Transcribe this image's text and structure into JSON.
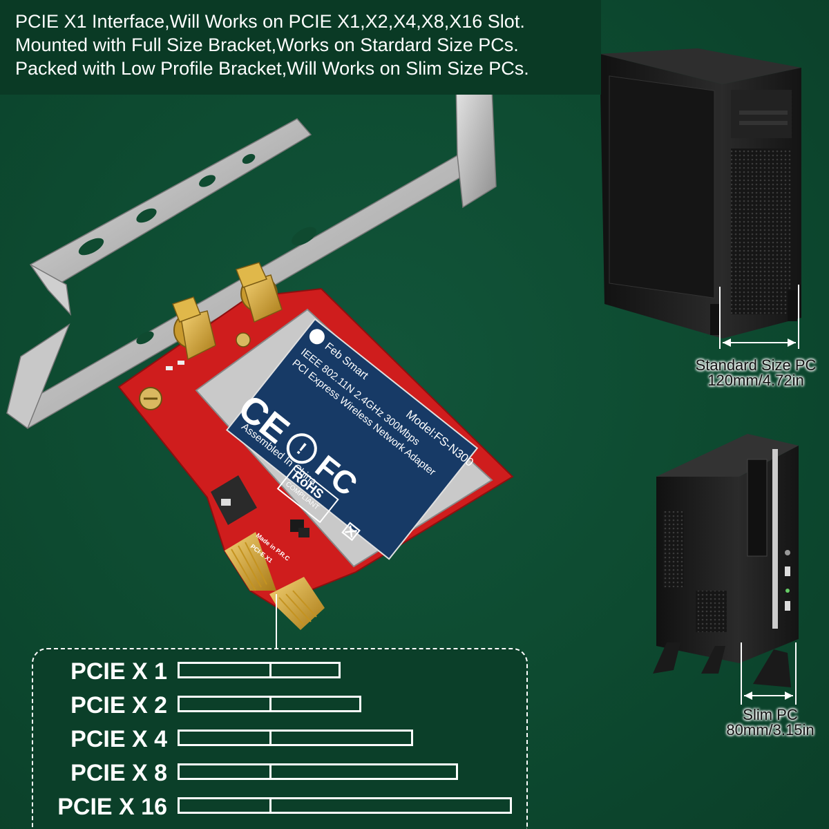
{
  "header": {
    "lines": [
      "PCIE X1 Interface,Will Works on PCIE X1,X2,X4,X8,X16 Slot.",
      "Mounted with Full Size Bracket,Works on Stardard Size PCs.",
      "Packed with Low Profile Bracket,Will Works on Slim Size PCs."
    ]
  },
  "card": {
    "brand": "Feb Smart",
    "standard": "IEEE 802.11N 2.4GHz 300Mbps",
    "description": "PCI Express Wireless Network Adapter",
    "model": "Model:FS-N300",
    "origin": "Assembled In China",
    "rohs": "RoHS",
    "rohs_sub": "COMPLIANT",
    "pcb_text_1": "Made in P.R.C",
    "pcb_text_2": "PCI-E X1"
  },
  "standard_pc": {
    "title": "Standard Size PC",
    "size": "120mm/4.72in"
  },
  "slim_pc": {
    "title": "Slim PC",
    "size": "80mm/3.15in"
  },
  "slots": [
    {
      "label": "PCIE X 1",
      "length": 1
    },
    {
      "label": "PCIE X 2",
      "length": 2
    },
    {
      "label": "PCIE X 4",
      "length": 4
    },
    {
      "label": "PCIE X 8",
      "length": 8
    },
    {
      "label": "PCIE X 16",
      "length": 16
    }
  ],
  "colors": {
    "background": "#0f4a30",
    "pcb": "#d01c1c",
    "label_panel": "#173a66",
    "connector": "#d4a52c",
    "case": "#1c1c1c"
  }
}
